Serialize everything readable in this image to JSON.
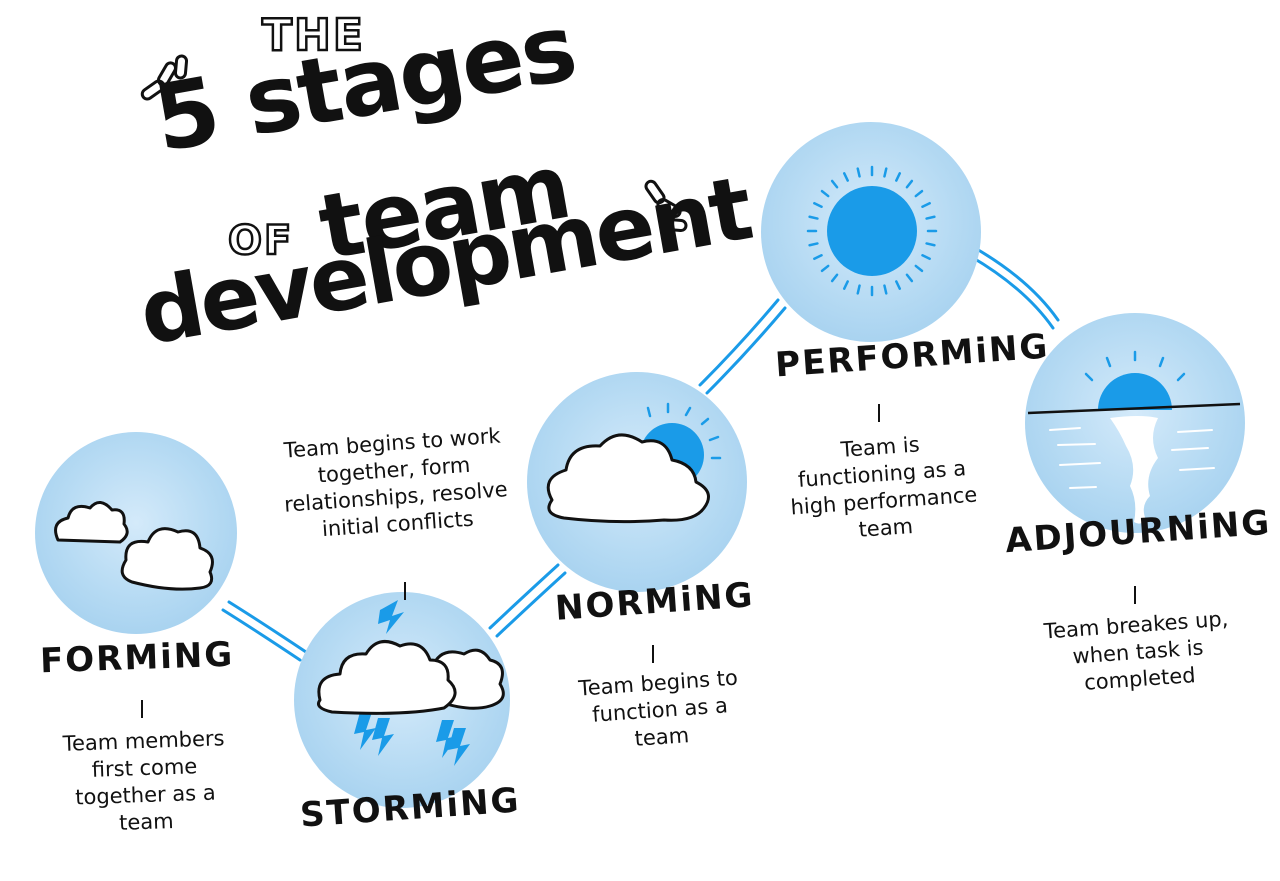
{
  "title": {
    "line1": "THE",
    "line2": "5 stages",
    "of_word": "OF",
    "team_word": "team",
    "line4": "development"
  },
  "stages": [
    {
      "name": "FORMiNG",
      "description": "Team members first come together as a team"
    },
    {
      "name": "STORMiNG",
      "description": "Team begins to work together, form relationships, resolve initial conflicts"
    },
    {
      "name": "NORMiNG",
      "description": "Team begins to function as a team"
    },
    {
      "name": "PERFORMiNG",
      "description": "Team is functioning as a high performance team"
    },
    {
      "name": "ADJOURNiNG",
      "description": "Team breakes up, when task is completed"
    }
  ],
  "icons": [
    "clouds-icon",
    "storm-cloud-icon",
    "cloud-sun-icon",
    "sun-icon",
    "sunset-icon"
  ],
  "colors": {
    "circle_fill": "#a9d3f0",
    "circle_light": "#d4eafa",
    "accent": "#1a9be8",
    "ink": "#111111"
  }
}
